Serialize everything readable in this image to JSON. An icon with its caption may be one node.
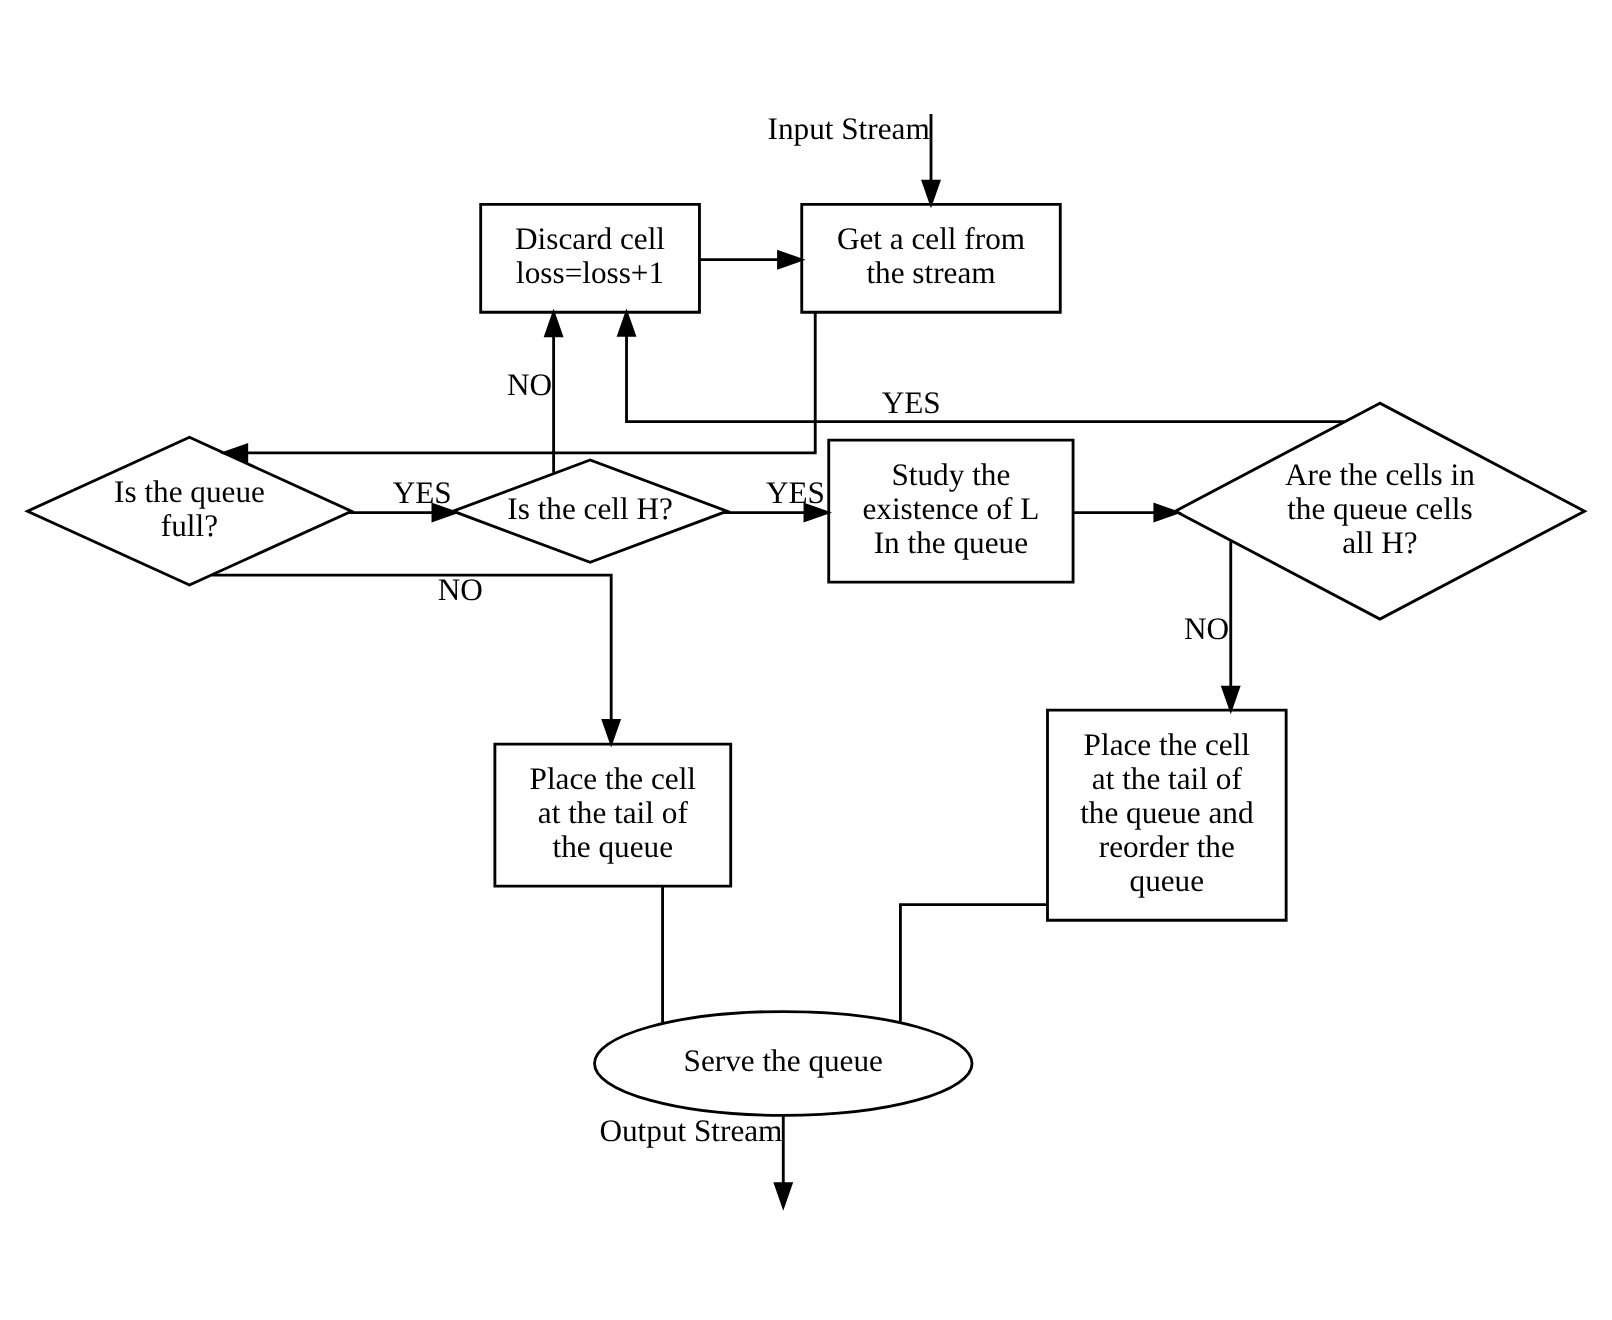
{
  "diagram": {
    "nodes": [
      {
        "text": [
          "Get a cell from the stream"
        ]
      },
      {
        "text": [
          "Discard cell loss=loss+1"
        ]
      },
      {
        "text": [
          "Is the queue full?"
        ]
      },
      {
        "text": [
          "Is the cell H?"
        ]
      },
      {
        "text": [
          "Study the existence of L In the queue"
        ]
      },
      {
        "text": [
          "Are the cells in the queue cells all H?"
        ]
      },
      {
        "text": [
          "Place the cell at the tail of the queue"
        ]
      },
      {
        "text": [
          "Place the cell at the tail of the queue and reorder the queue"
        ]
      },
      {
        "text": [
          "Serve the queue"
        ]
      }
    ],
    "edges": [
      {
        "from": null,
        "to": 0,
        "arrow": "to",
        "label": "Input Stream"
      },
      {
        "from": 0,
        "to": 2,
        "arrow": "to"
      },
      {
        "from": 2,
        "to": 3,
        "arrow": "to",
        "label": "YES"
      },
      {
        "from": 2,
        "to": 6,
        "arrow": "to",
        "label": "NO"
      },
      {
        "from": 3,
        "to": 1,
        "arrow": "to",
        "label": "NO"
      },
      {
        "from": 3,
        "to": 4,
        "arrow": "to",
        "label": "YES"
      },
      {
        "from": 4,
        "to": 5,
        "arrow": "to"
      },
      {
        "from": 5,
        "to": 1,
        "arrow": "to",
        "label": "YES"
      },
      {
        "from": 1,
        "to": 0,
        "arrow": "to"
      },
      {
        "from": 5,
        "to": 7,
        "arrow": "to",
        "label": "NO"
      },
      {
        "from": 6,
        "to": 8,
        "arrow": "none"
      },
      {
        "from": 7,
        "to": 8,
        "arrow": "none"
      },
      {
        "from": 8,
        "to": null,
        "arrow": "to",
        "label": "Output Stream"
      }
    ]
  }
}
